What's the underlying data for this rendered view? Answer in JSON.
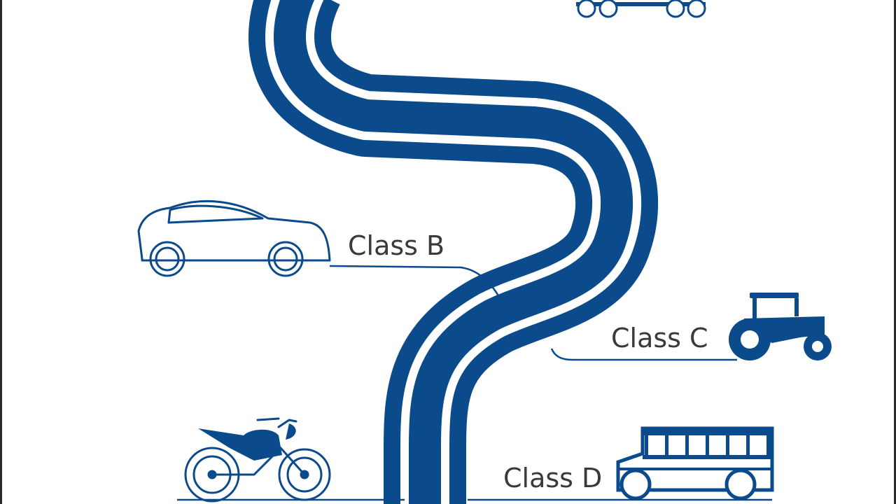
{
  "colors": {
    "road": "#0b4a8b",
    "gap": "#ffffff",
    "text": "#3a3a3a"
  },
  "labels": {
    "class_b": "Class B",
    "class_c": "Class C",
    "class_d": "Class D"
  },
  "icons": {
    "top": "truck-trailer-icon",
    "class_b": "car-icon",
    "class_c": "tractor-icon",
    "class_d_left": "motorcycle-icon",
    "class_d_right": "school-bus-icon"
  }
}
